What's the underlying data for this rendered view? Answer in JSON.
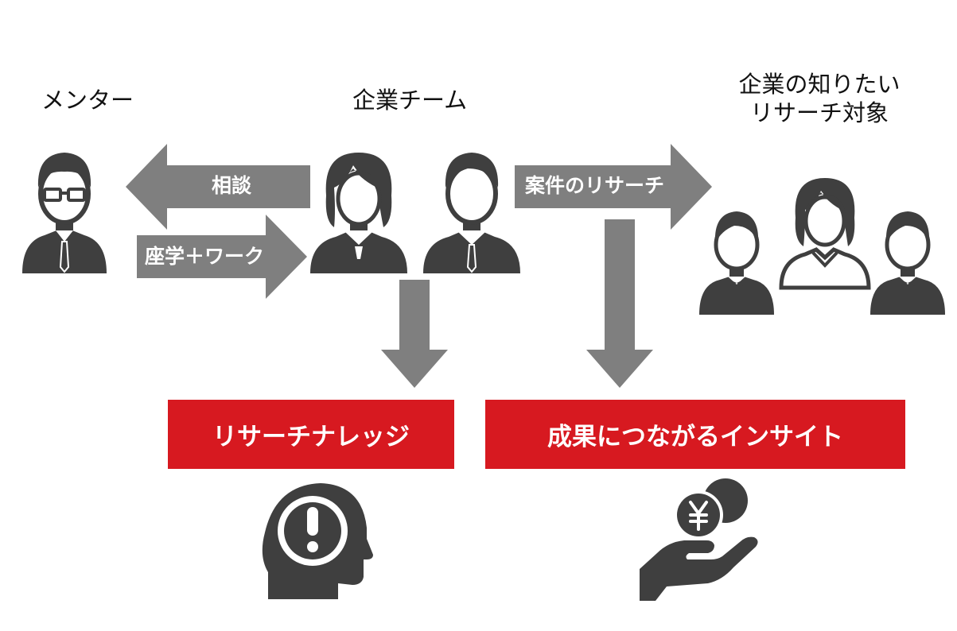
{
  "labels": {
    "mentor": "メンター",
    "company_team": "企業チーム",
    "research_target_line1": "企業の知りたい",
    "research_target_line2": "リサーチ対象"
  },
  "arrows": {
    "consult": "相談",
    "lecture_work": "座学＋ワーク",
    "case_research": "案件のリサーチ"
  },
  "outcomes": {
    "research_knowledge": "リサーチナレッジ",
    "insight": "成果につながるインサイト"
  },
  "colors": {
    "arrow_gray": "#7f7f7f",
    "icon_dark": "#3f3f3f",
    "accent_red": "#d71920",
    "white": "#ffffff"
  },
  "icons": {
    "mentor": "person-glasses-icon",
    "team_female": "person-female-icon",
    "team_male": "person-male-icon",
    "target_left": "person-bowtie-icon",
    "target_center": "person-female-outline-icon",
    "target_right": "person-bowtie-icon",
    "knowledge": "head-exclamation-icon",
    "insight": "hand-yen-coin-icon"
  }
}
